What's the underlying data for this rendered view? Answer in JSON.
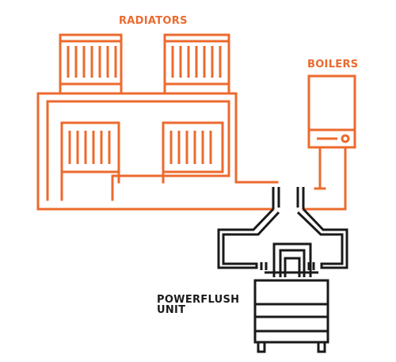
{
  "labels": {
    "radiators": "RADIATORS",
    "boilers": "BOILERS",
    "powerflush_line1": "POWERFLUSH",
    "powerflush_line2": "UNIT"
  },
  "colors": {
    "pipe": "#ec6a2e",
    "unit": "#1a1a1a",
    "background": "#ffffff"
  }
}
